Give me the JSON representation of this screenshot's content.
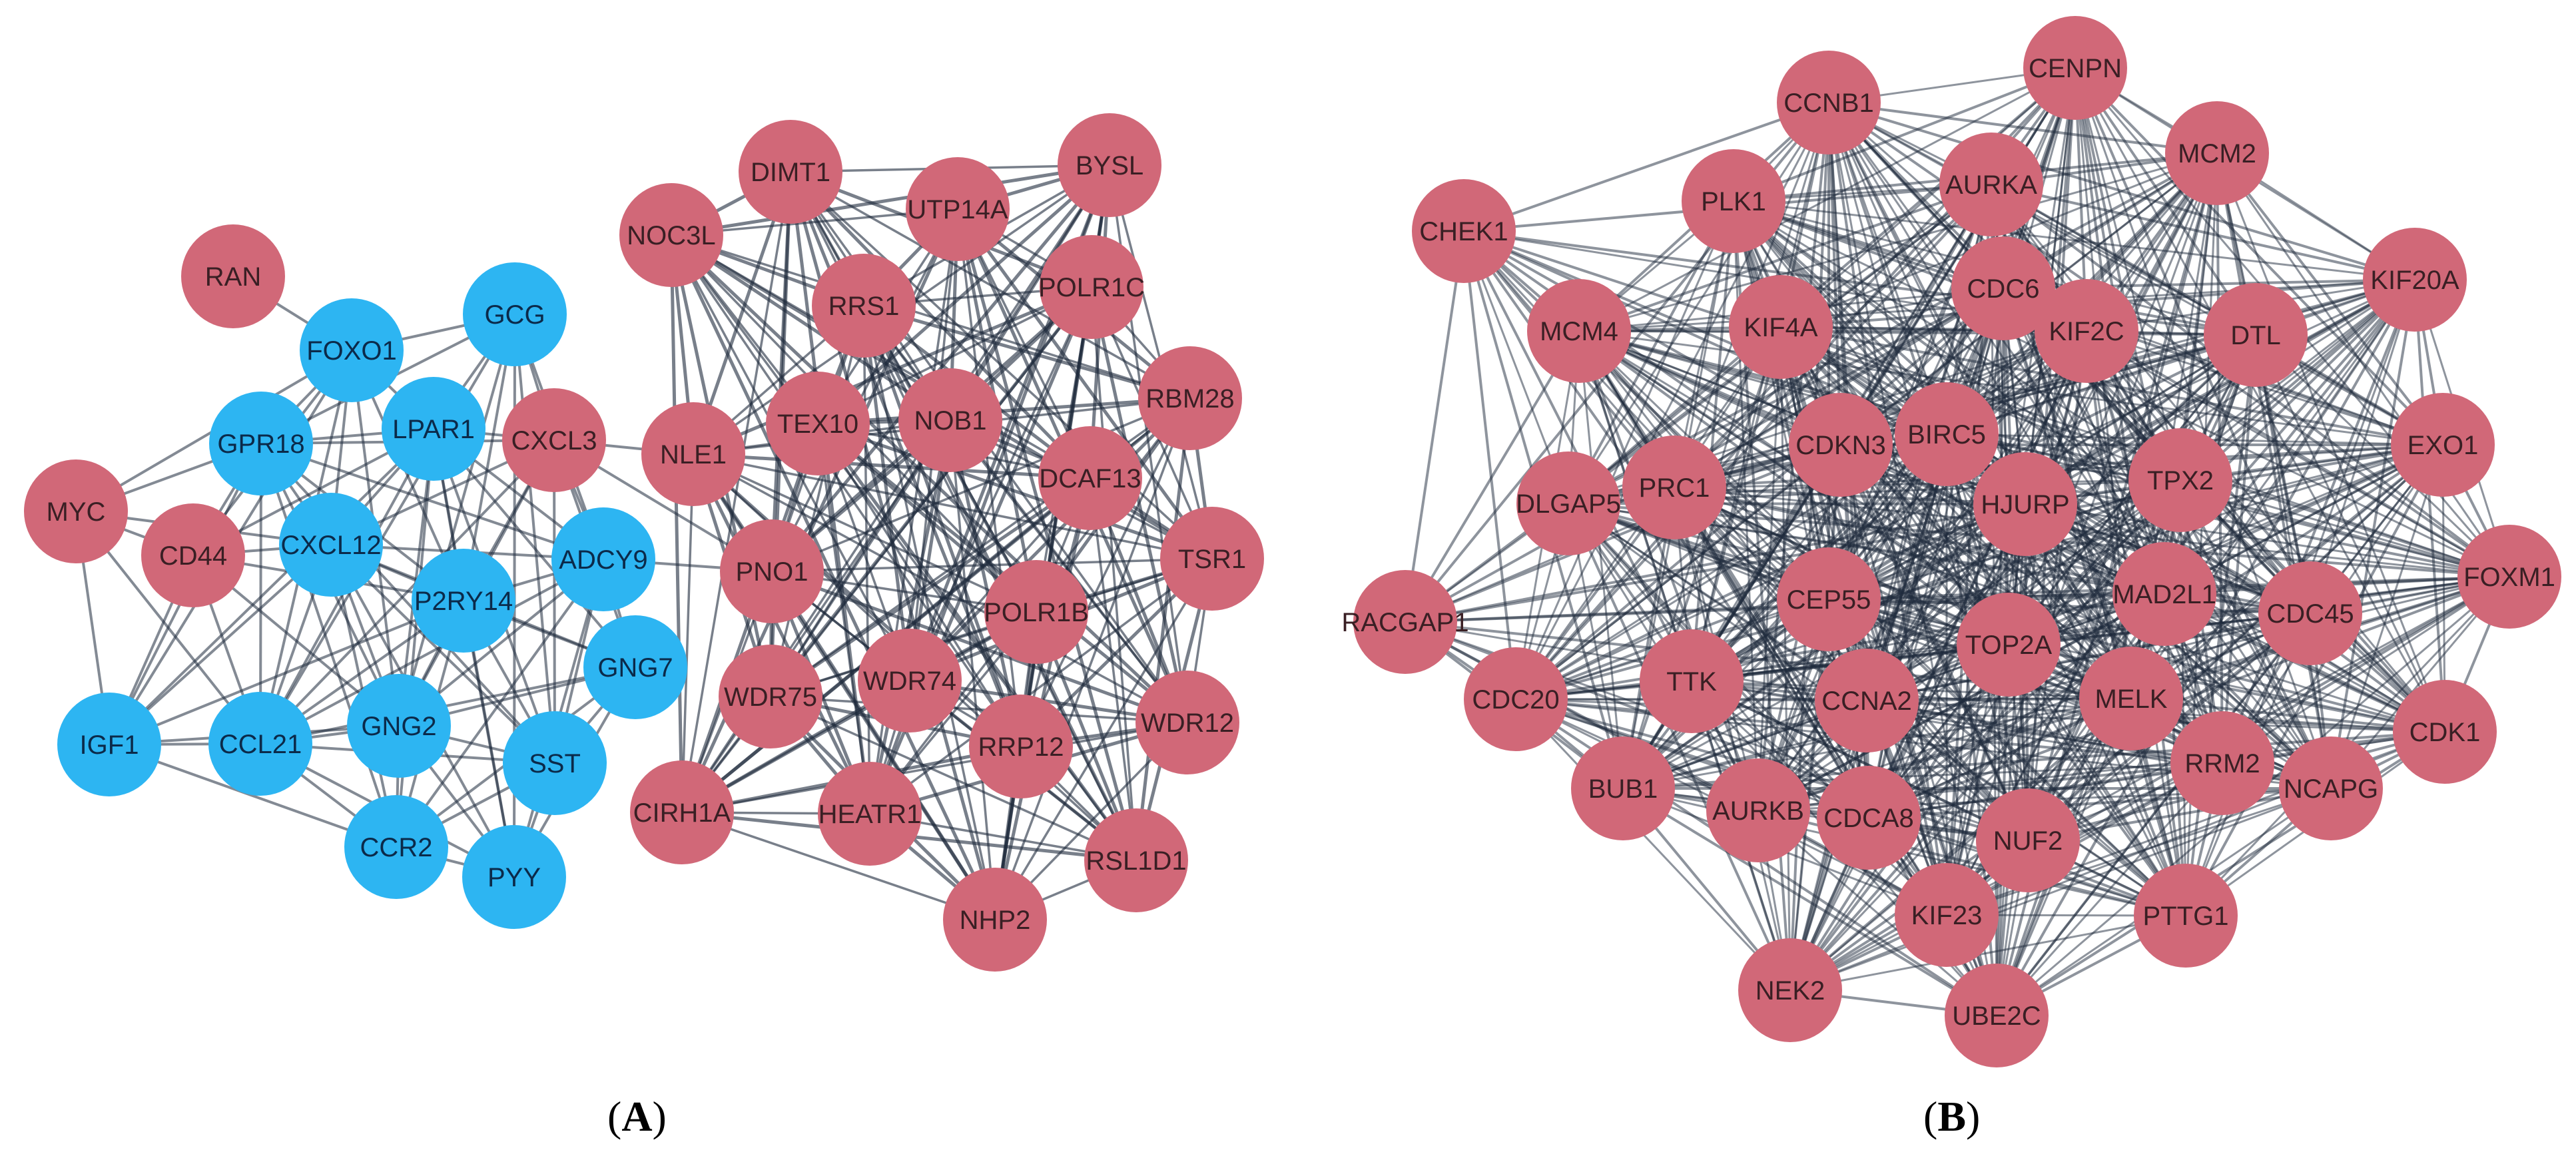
{
  "colors": {
    "pink": "#d16878",
    "blue": "#2db5f2",
    "edge": "#1e2a3c"
  },
  "panels": [
    {
      "id": "A",
      "caption": "A",
      "nodes": [
        {
          "label": "RAN",
          "color": "pink"
        },
        {
          "label": "FOXO1",
          "color": "blue"
        },
        {
          "label": "GCG",
          "color": "blue"
        },
        {
          "label": "GPR18",
          "color": "blue"
        },
        {
          "label": "LPAR1",
          "color": "blue"
        },
        {
          "label": "CXCL3",
          "color": "pink"
        },
        {
          "label": "MYC",
          "color": "pink"
        },
        {
          "label": "CD44",
          "color": "pink"
        },
        {
          "label": "CXCL12",
          "color": "blue"
        },
        {
          "label": "P2RY14",
          "color": "blue"
        },
        {
          "label": "ADCY9",
          "color": "blue"
        },
        {
          "label": "GNG7",
          "color": "blue"
        },
        {
          "label": "IGF1",
          "color": "blue"
        },
        {
          "label": "CCL21",
          "color": "blue"
        },
        {
          "label": "GNG2",
          "color": "blue"
        },
        {
          "label": "SST",
          "color": "blue"
        },
        {
          "label": "CCR2",
          "color": "blue"
        },
        {
          "label": "PYY",
          "color": "blue"
        },
        {
          "label": "DIMT1",
          "color": "pink"
        },
        {
          "label": "UTP14A",
          "color": "pink"
        },
        {
          "label": "BYSL",
          "color": "pink"
        },
        {
          "label": "NOC3L",
          "color": "pink"
        },
        {
          "label": "RRS1",
          "color": "pink"
        },
        {
          "label": "POLR1C",
          "color": "pink"
        },
        {
          "label": "RBM28",
          "color": "pink"
        },
        {
          "label": "NLE1",
          "color": "pink"
        },
        {
          "label": "TEX10",
          "color": "pink"
        },
        {
          "label": "NOB1",
          "color": "pink"
        },
        {
          "label": "DCAF13",
          "color": "pink"
        },
        {
          "label": "TSR1",
          "color": "pink"
        },
        {
          "label": "PNO1",
          "color": "pink"
        },
        {
          "label": "POLR1B",
          "color": "pink"
        },
        {
          "label": "WDR75",
          "color": "pink"
        },
        {
          "label": "WDR74",
          "color": "pink"
        },
        {
          "label": "WDR12",
          "color": "pink"
        },
        {
          "label": "RRP12",
          "color": "pink"
        },
        {
          "label": "CIRH1A",
          "color": "pink"
        },
        {
          "label": "HEATR1",
          "color": "pink"
        },
        {
          "label": "RSL1D1",
          "color": "pink"
        },
        {
          "label": "NHP2",
          "color": "pink"
        }
      ]
    },
    {
      "id": "B",
      "caption": "B",
      "nodes": [
        {
          "label": "CENPN",
          "color": "pink"
        },
        {
          "label": "CCNB1",
          "color": "pink"
        },
        {
          "label": "MCM2",
          "color": "pink"
        },
        {
          "label": "AURKA",
          "color": "pink"
        },
        {
          "label": "PLK1",
          "color": "pink"
        },
        {
          "label": "CHEK1",
          "color": "pink"
        },
        {
          "label": "KIF20A",
          "color": "pink"
        },
        {
          "label": "CDC6",
          "color": "pink"
        },
        {
          "label": "KIF2C",
          "color": "pink"
        },
        {
          "label": "DTL",
          "color": "pink"
        },
        {
          "label": "MCM4",
          "color": "pink"
        },
        {
          "label": "KIF4A",
          "color": "pink"
        },
        {
          "label": "EXO1",
          "color": "pink"
        },
        {
          "label": "BIRC5",
          "color": "pink"
        },
        {
          "label": "CDKN3",
          "color": "pink"
        },
        {
          "label": "TPX2",
          "color": "pink"
        },
        {
          "label": "HJURP",
          "color": "pink"
        },
        {
          "label": "DLGAP5",
          "color": "pink"
        },
        {
          "label": "PRC1",
          "color": "pink"
        },
        {
          "label": "FOXM1",
          "color": "pink"
        },
        {
          "label": "CEP55",
          "color": "pink"
        },
        {
          "label": "MAD2L1",
          "color": "pink"
        },
        {
          "label": "CDC45",
          "color": "pink"
        },
        {
          "label": "RACGAP1",
          "color": "pink"
        },
        {
          "label": "TOP2A",
          "color": "pink"
        },
        {
          "label": "TTK",
          "color": "pink"
        },
        {
          "label": "CCNA2",
          "color": "pink"
        },
        {
          "label": "CDC20",
          "color": "pink"
        },
        {
          "label": "MELK",
          "color": "pink"
        },
        {
          "label": "CDK1",
          "color": "pink"
        },
        {
          "label": "RRM2",
          "color": "pink"
        },
        {
          "label": "BUB1",
          "color": "pink"
        },
        {
          "label": "AURKB",
          "color": "pink"
        },
        {
          "label": "CDCA8",
          "color": "pink"
        },
        {
          "label": "NCAPG",
          "color": "pink"
        },
        {
          "label": "NUF2",
          "color": "pink"
        },
        {
          "label": "PTTG1",
          "color": "pink"
        },
        {
          "label": "KIF23",
          "color": "pink"
        },
        {
          "label": "NEK2",
          "color": "pink"
        },
        {
          "label": "UBE2C",
          "color": "pink"
        }
      ]
    }
  ]
}
